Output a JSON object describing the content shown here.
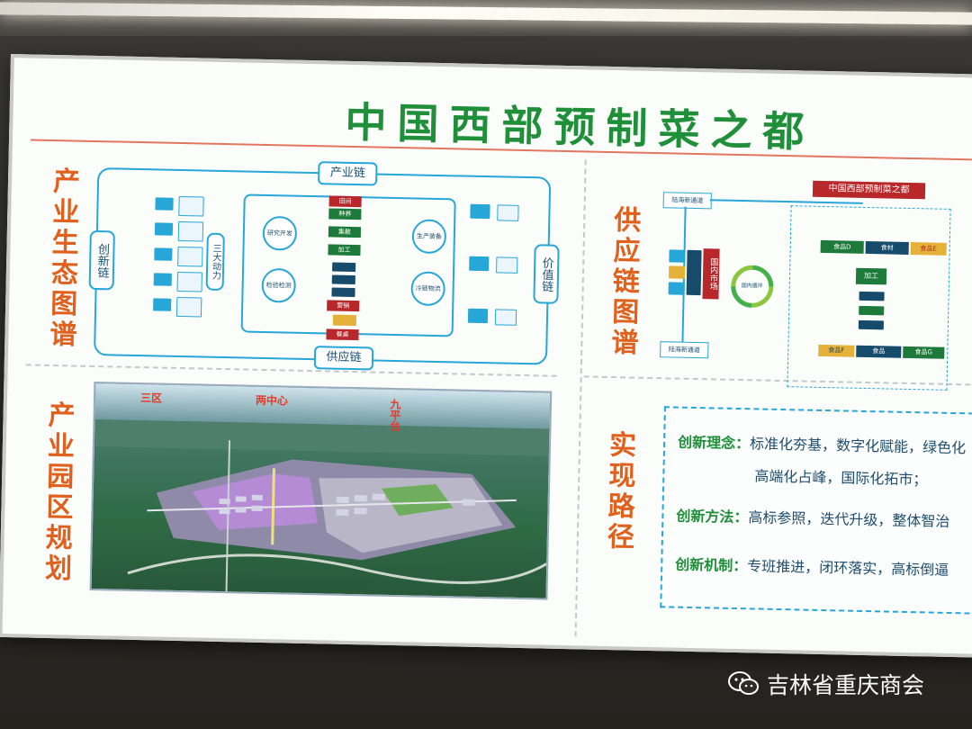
{
  "main_title": "中国西部预制菜之都",
  "left_top_title": "产业生态图谱",
  "left_bottom_title": "产业园区规划",
  "right_top_title": "供应链图谱",
  "right_bottom_title": "实现路径",
  "ecosystem": {
    "top_node": "产业链",
    "bottom_node": "供应链",
    "left_node": "创新链",
    "right_node": "价值链",
    "power_node": "三大动力",
    "inner_left_top": "研究开发",
    "inner_left_bottom": "检验检测",
    "inner_right_top": "生产装备",
    "inner_right_bottom": "冷链物流",
    "flow_top": "田间",
    "flow_2": "种养",
    "flow_3": "集散",
    "flow_4": "加工",
    "flow_5": "营销",
    "flow_bottom": "餐桌"
  },
  "supply": {
    "header": "中国西部预制菜之都",
    "top_channel": "陆海新通道",
    "bottom_channel": "陆海新通道",
    "domestic_market": "国内市场",
    "cycle_label": "国内循环",
    "node_a": "食品D",
    "node_b": "食材",
    "node_c": "食品E",
    "node_process": "加工",
    "node_d": "食品F",
    "node_e": "食品",
    "node_f": "食品G"
  },
  "map": {
    "zone_a_label": "三区",
    "zone_b_label": "两中心",
    "zone_c_label": "九平台"
  },
  "implementation": {
    "line1_key": "创新理念：",
    "line1_text": "标准化夯基，数字化赋能，绿色化",
    "line2_text": "高端化占峰，国际化拓市；",
    "line3_key": "创新方法：",
    "line3_text": "高标参照，迭代升级，整体智治",
    "line4_key": "创新机制：",
    "line4_text": "专班推进，闭环落实，高标倒逼"
  },
  "watermark": {
    "text": "吉林省重庆商会",
    "icon": "wechat-icon"
  },
  "colors": {
    "title_green": "#1f8f3a",
    "section_orange": "#e0611e",
    "diagram_blue": "#27a6d8",
    "flow_red": "#b8282a",
    "flow_green": "#1e7a3a"
  }
}
